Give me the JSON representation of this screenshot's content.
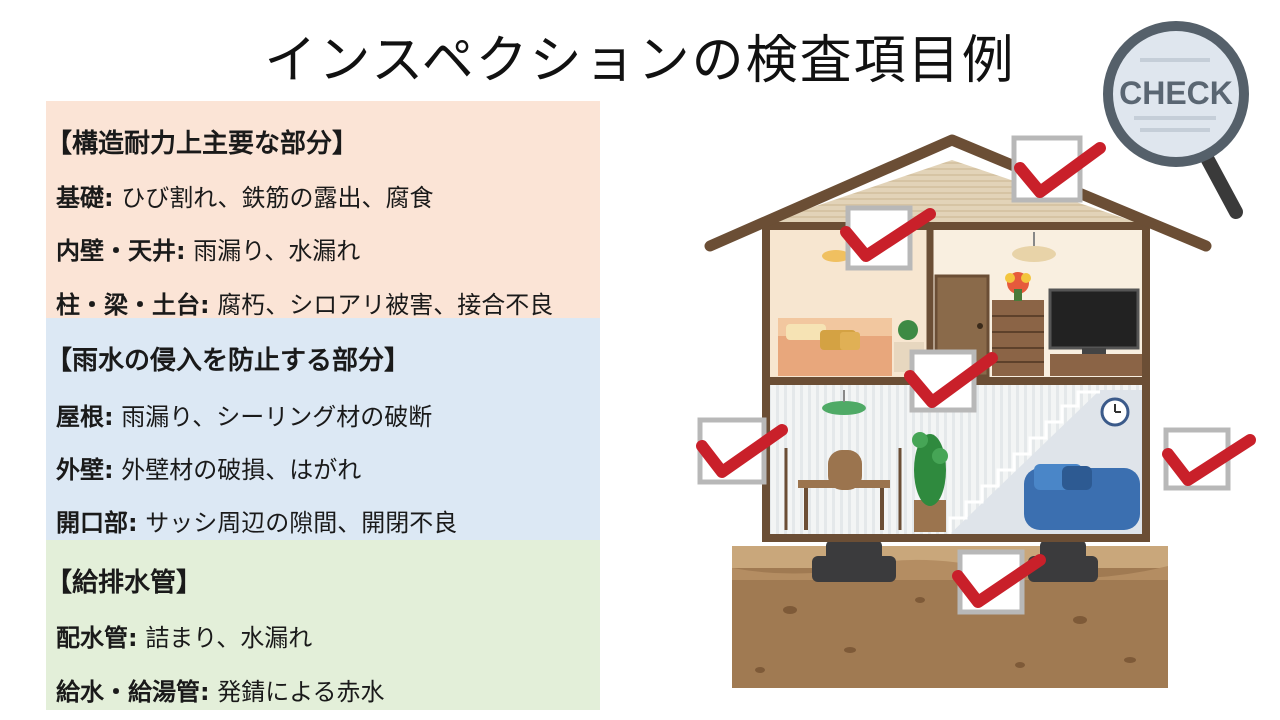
{
  "title": "インスペクションの検査項目例",
  "sections": [
    {
      "heading": "【構造耐力上主要な部分】",
      "items": [
        {
          "label": "基礎:",
          "value": " ひび割れ、鉄筋の露出、腐食"
        },
        {
          "label": "内壁・天井:",
          "value": " 雨漏り、水漏れ"
        },
        {
          "label": "柱・梁・土台:",
          "value": " 腐朽、シロアリ被害、接合不良"
        }
      ]
    },
    {
      "heading": "【雨水の侵入を防止する部分】",
      "items": [
        {
          "label": "屋根:",
          "value": " 雨漏り、シーリング材の破断"
        },
        {
          "label": "外壁:",
          "value": " 外壁材の破損、はがれ"
        },
        {
          "label": "開口部:",
          "value": " サッシ周辺の隙間、開閉不良"
        }
      ]
    },
    {
      "heading": "【給排水管】",
      "items": [
        {
          "label": "配水管:",
          "value": " 詰まり、水漏れ"
        },
        {
          "label": "給水・給湯管:",
          "value": " 発錆による赤水"
        }
      ]
    }
  ],
  "illustration": {
    "magnifier_text": "CHECK",
    "colors": {
      "roof": "#7a5a3e",
      "wall_upper": "#f7e6d0",
      "wall_lower": "#eef2f3",
      "soil": "#a07a52",
      "check": "#c9202a",
      "sofa": "#3b6fb0"
    }
  }
}
